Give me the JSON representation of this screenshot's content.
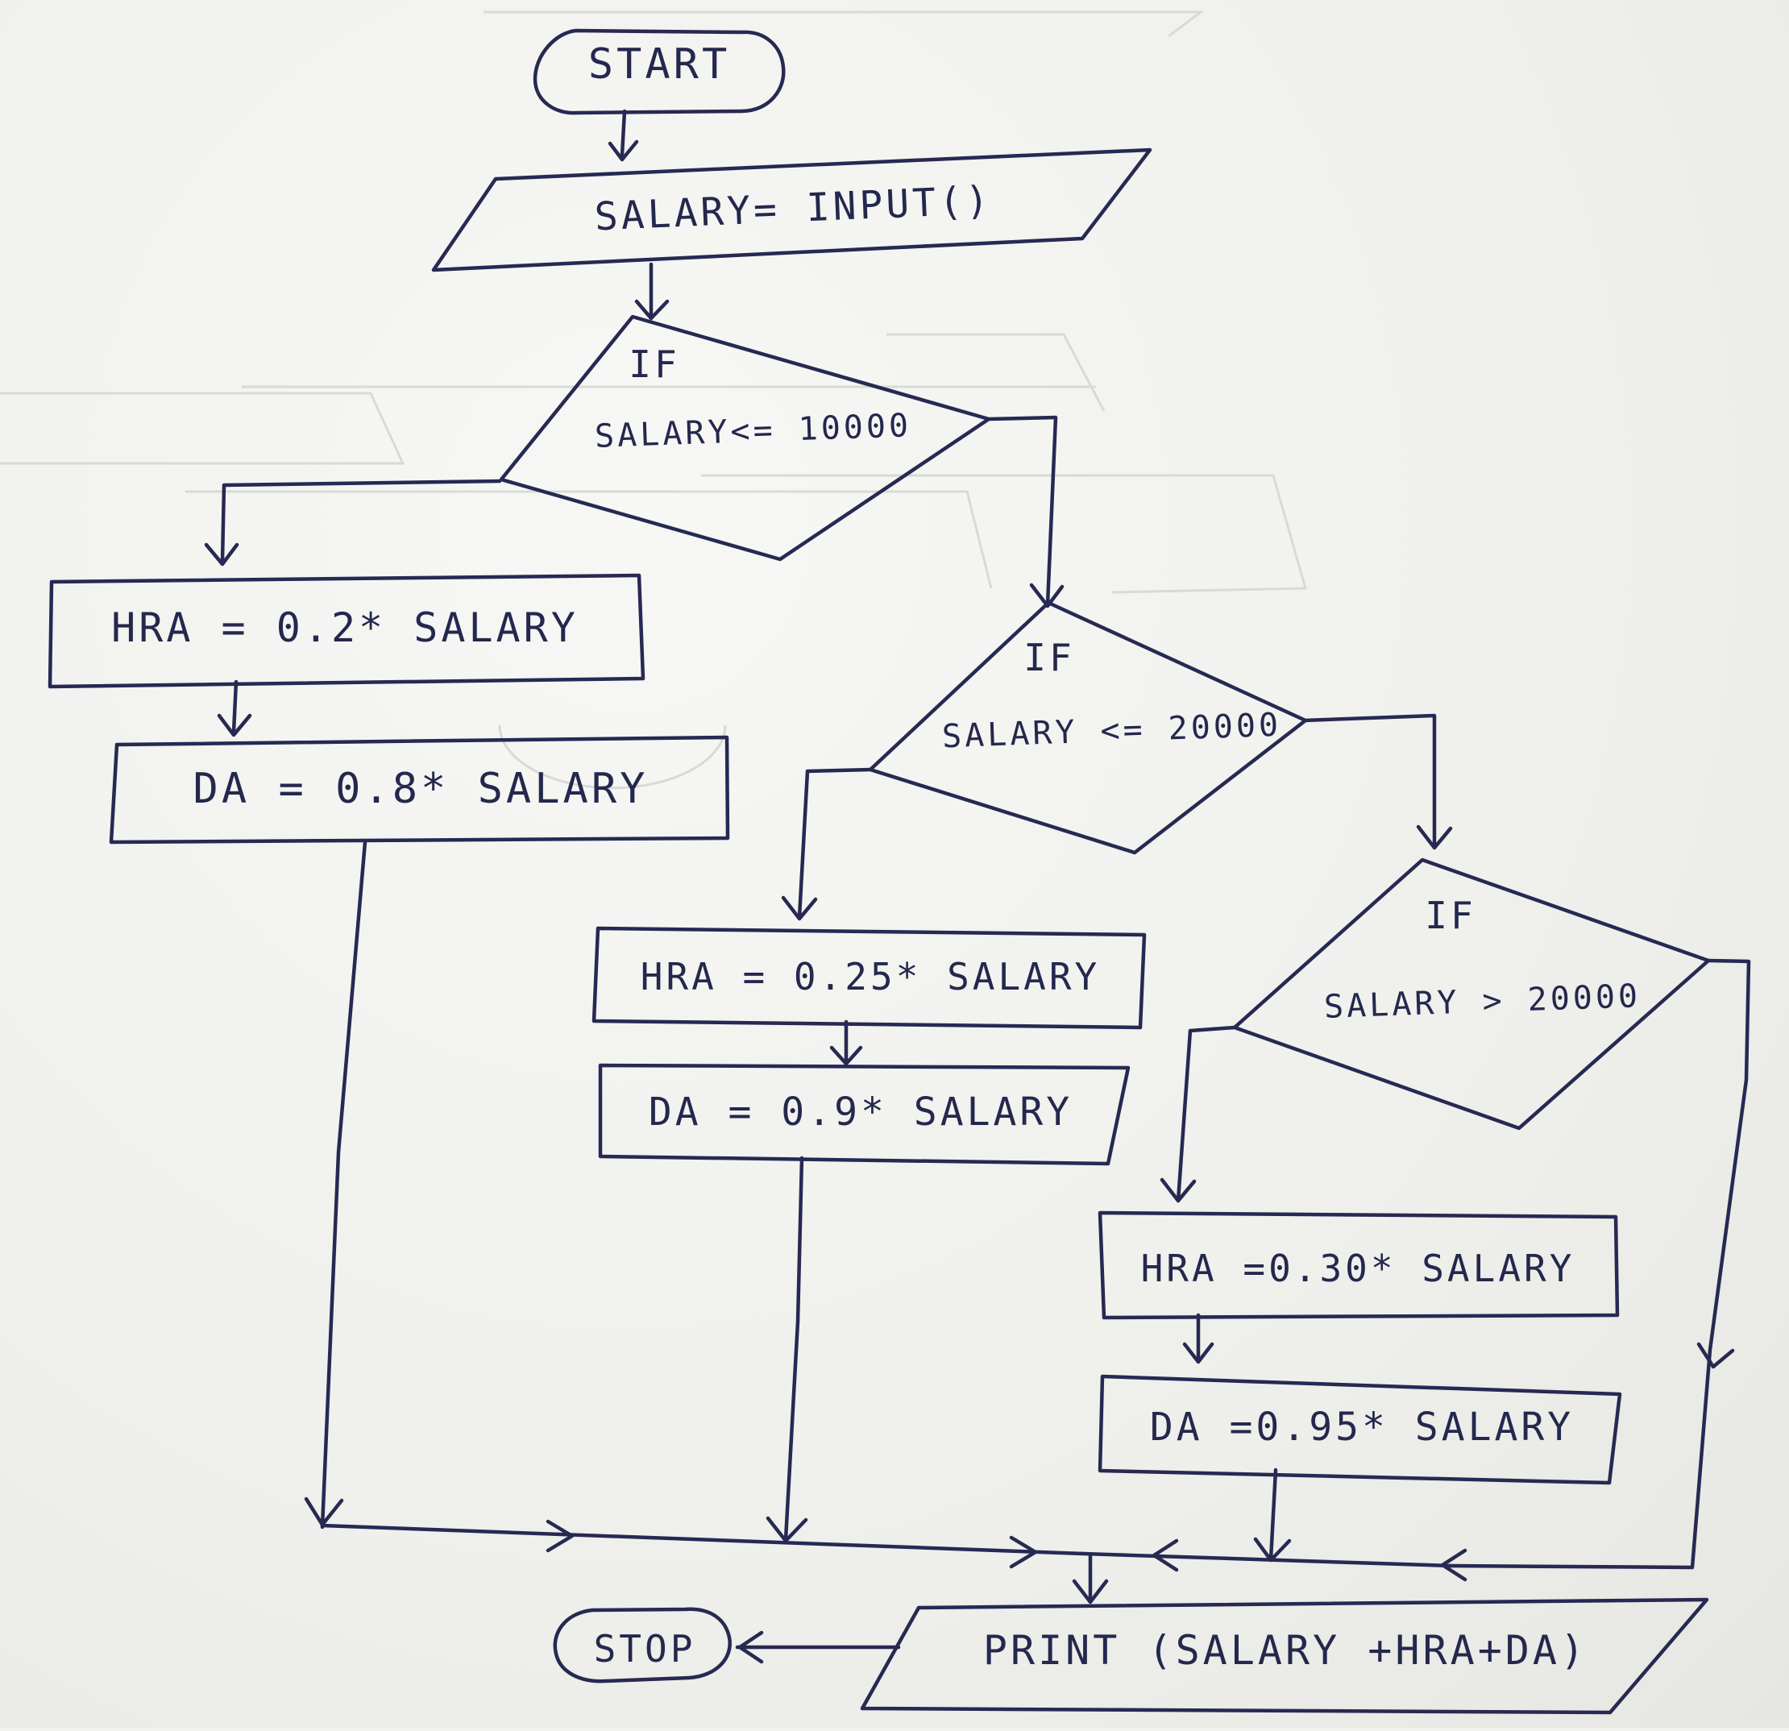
{
  "diagram": {
    "start": "START",
    "input": "SALARY= INPUT()",
    "condition1": {
      "keyword": "IF",
      "test": "SALARY<= 10000"
    },
    "branch1": {
      "hra": "HRA = 0.2* SALARY",
      "da": "DA = 0.8* SALARY"
    },
    "condition2": {
      "keyword": "IF",
      "test": "SALARY <= 20000"
    },
    "branch2": {
      "hra": "HRA = 0.25* SALARY",
      "da": "DA = 0.9* SALARY"
    },
    "condition3": {
      "keyword": "IF",
      "test": "SALARY > 20000"
    },
    "branch3": {
      "hra": "HRA =0.30* SALARY",
      "da": "DA =0.95* SALARY"
    },
    "output": "PRINT (SALARY +HRA+DA)",
    "stop": "STOP"
  },
  "colors": {
    "ink": "#262a52",
    "paper": "#f1f1ef"
  }
}
